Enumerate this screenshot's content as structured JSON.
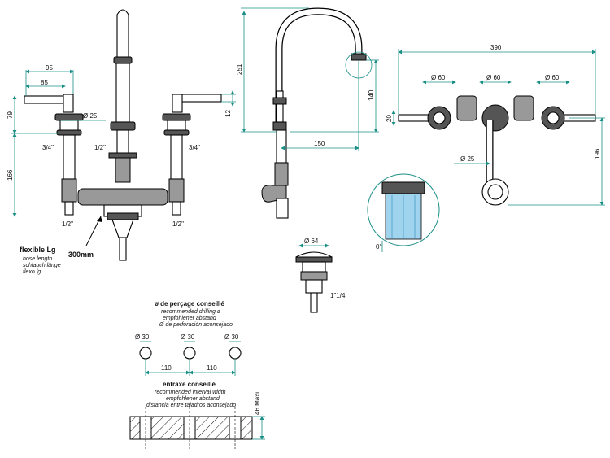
{
  "left_view": {
    "dim_95": "95",
    "dim_85": "85",
    "dim_79": "79",
    "dim_166": "166",
    "dim_d25": "Ø 25",
    "dim_12": "12",
    "thread_3_4_left": "3/4\"",
    "thread_1_2_center": "1/2\"",
    "thread_3_4_right": "3/4\"",
    "thread_1_2_bottom_left": "1/2\"",
    "thread_1_2_bottom_right": "1/2\"",
    "hose_len": "300mm",
    "hose_title": "flexible Lg",
    "hose_en": "hose length",
    "hose_de": "schlauch länge",
    "hose_es": "flexo lg"
  },
  "spout_view": {
    "dim_251": "251",
    "dim_140": "140",
    "dim_150": "150"
  },
  "wall_view": {
    "dim_390": "390",
    "dim_d60_a": "Ø 60",
    "dim_d60_b": "Ø 60",
    "dim_d60_c": "Ø 60",
    "dim_20": "20",
    "dim_196": "196",
    "dim_d25": "Ø 25"
  },
  "detail": {
    "angle": "0°"
  },
  "drain": {
    "dim_d64": "Ø 64",
    "thread": "1\"1/4"
  },
  "drilling": {
    "title": "ø de perçage conseillé",
    "en": "recommended drilling ø",
    "de": "empfohlener abstand",
    "es": "Ø de perforación aconsejado",
    "hole_1": "Ø 30",
    "hole_2": "Ø 30",
    "hole_3": "Ø 30",
    "spacing_1": "110",
    "spacing_2": "110"
  },
  "interval": {
    "title": "entraxe conseillé",
    "en": "recommended interval width",
    "de": "empfohlener abstand",
    "es": "distancia entre taladros aconsejado",
    "max": "46 Maxi"
  },
  "colors": {
    "dimension": "#1a8f86",
    "detail_fill": "#9fd3ee",
    "outline": "#000000"
  }
}
